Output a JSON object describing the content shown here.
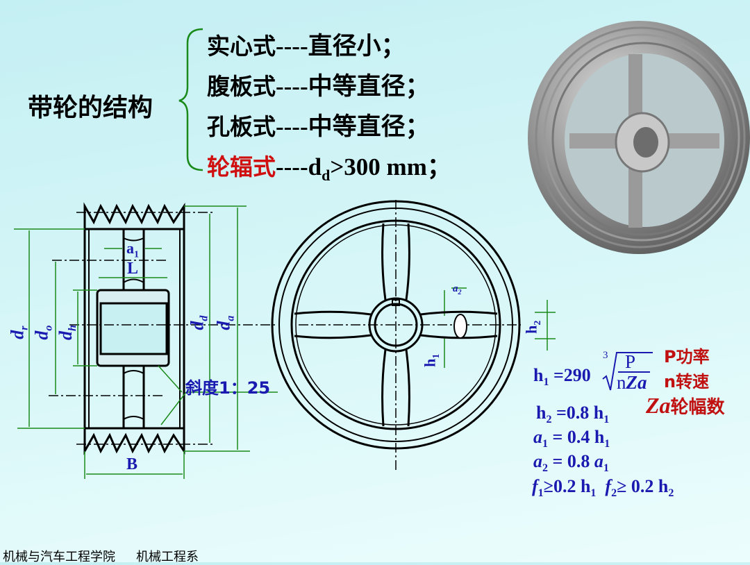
{
  "title": "带轮的结构",
  "types": [
    {
      "name": "实心式",
      "desc": "----直径小；"
    },
    {
      "name": "腹板式",
      "desc": "----中等直径；"
    },
    {
      "name": "孔板式",
      "desc": "----中等直径；"
    },
    {
      "name": "轮辐式",
      "desc_prefix": "----d",
      "desc_sub": "d",
      "desc_suffix": ">300 mm；"
    }
  ],
  "section_labels": {
    "dr": "d",
    "dr_sub": "r",
    "do": "d",
    "do_sub": "o",
    "dh": "d",
    "dh_sub": "h",
    "dd": "d",
    "dd_sub": "d",
    "da": "d",
    "da_sub": "a",
    "a1": "a",
    "a1_sub": "1",
    "L": "L",
    "B": "B",
    "taper": "斜度1：25"
  },
  "wheel_labels": {
    "a2": "a",
    "a2_sub": "2",
    "h1": "h",
    "h1_sub": "1",
    "h2": "h",
    "h2_sub": "2"
  },
  "formulas": {
    "h1_lhs": "h",
    "h1_sub": "1",
    "h1_eq": " =290",
    "root_index": "3",
    "numerator": "P",
    "denominator_n": "n",
    "denominator_za": "Za",
    "h2": {
      "a": "h",
      "sub": "2",
      "rest": " =0.8 h",
      "sub2": "1"
    },
    "a1": {
      "a": "a",
      "sub": "1",
      "rest": " = 0.4 h",
      "sub2": "1"
    },
    "a2": {
      "a": "a",
      "sub": "2",
      "rest": " = 0.8 ",
      "var2": "a",
      "sub2": "1"
    },
    "f": {
      "f1": "f",
      "f1_sub": "1",
      "f1_rest": "≥0.2 h",
      "f1_sub2": "1",
      "f2": "f",
      "f2_sub": "2",
      "f2_rest": "≥ 0.2 h",
      "f2_sub2": "2"
    }
  },
  "legend": {
    "p": "P功率",
    "n": "n转速",
    "za_var": "Za",
    "za_text": "轮幅数"
  },
  "footer": {
    "school": "机械与汽车工程学院",
    "dept": "机械工程系"
  },
  "colors": {
    "dimension": "#1a8a1a",
    "label": "#1a1ab0",
    "highlight": "#d01010"
  }
}
